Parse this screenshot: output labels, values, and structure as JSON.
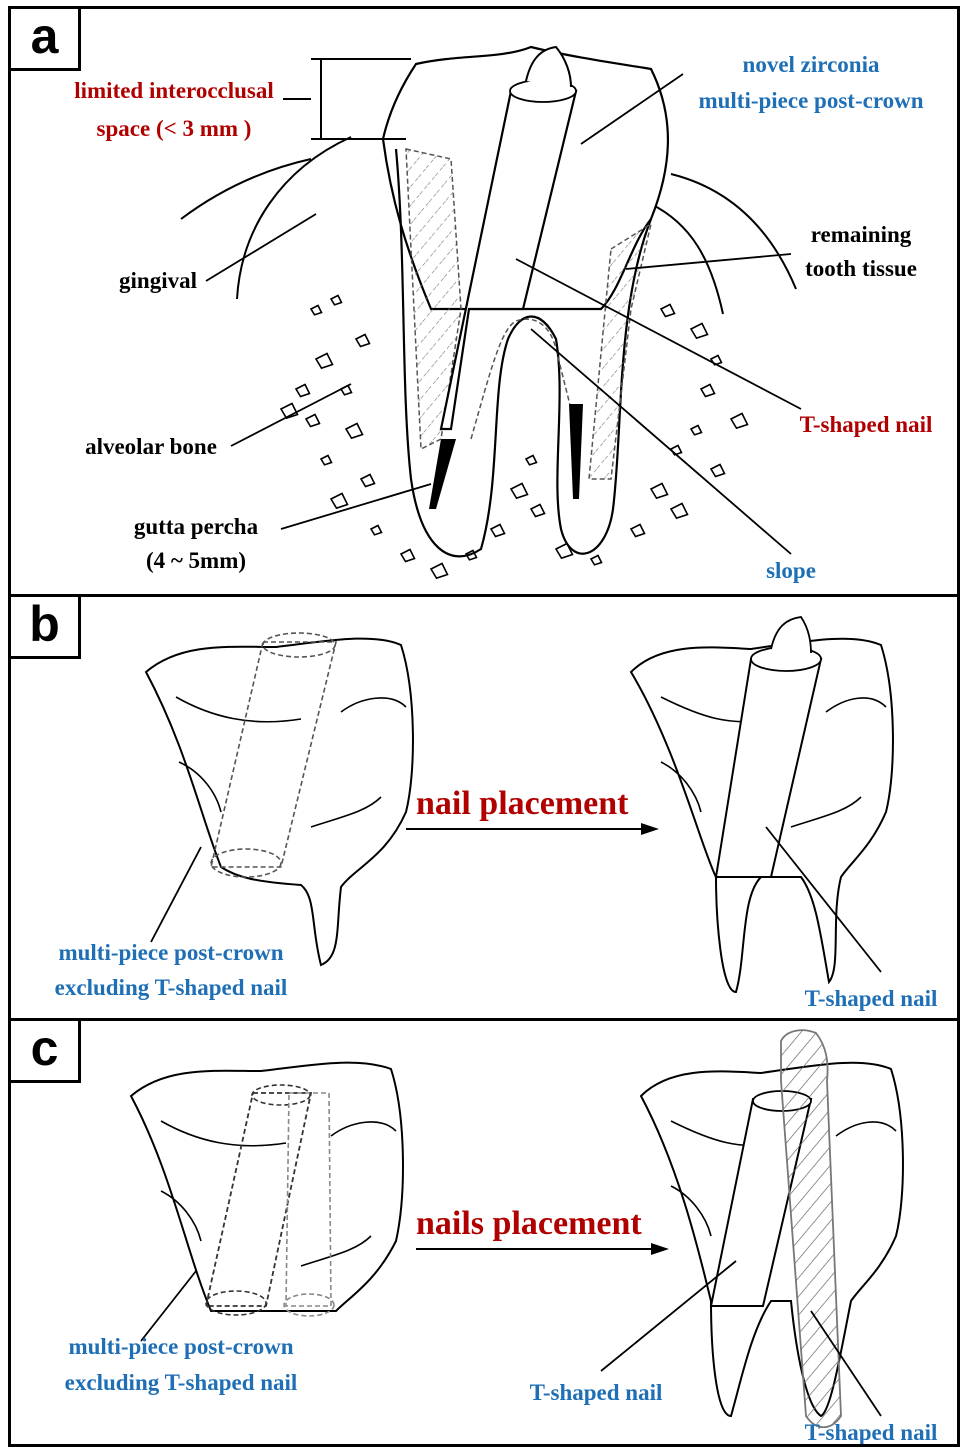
{
  "panels": {
    "a": {
      "tag": "a",
      "labels": {
        "interocclusal_line1": "limited interocclusal",
        "interocclusal_line2": "space (< 3 mm )",
        "zirconia_line1": "novel zirconia",
        "zirconia_line2": "multi-piece post-crown",
        "remaining_line1": "remaining",
        "remaining_line2": "tooth tissue",
        "gingival": "gingival",
        "alveolar": "alveolar bone",
        "gutta_line1": "gutta percha",
        "gutta_line2": "(4 ~ 5mm)",
        "tnail": "T-shaped nail",
        "slope": "slope"
      }
    },
    "b": {
      "tag": "b",
      "arrow_label": "nail placement",
      "left_line1": "multi-piece post-crown",
      "left_line2": "excluding T-shaped nail",
      "right_label": "T-shaped nail"
    },
    "c": {
      "tag": "c",
      "arrow_label": "nails placement",
      "left_line1": "multi-piece post-crown",
      "left_line2": "excluding T-shaped nail",
      "right_label1": "T-shaped nail",
      "right_label2": "T-shaped nail"
    }
  },
  "colors": {
    "red": "#b00000",
    "blue": "#1e6fb5",
    "black": "#000000"
  }
}
